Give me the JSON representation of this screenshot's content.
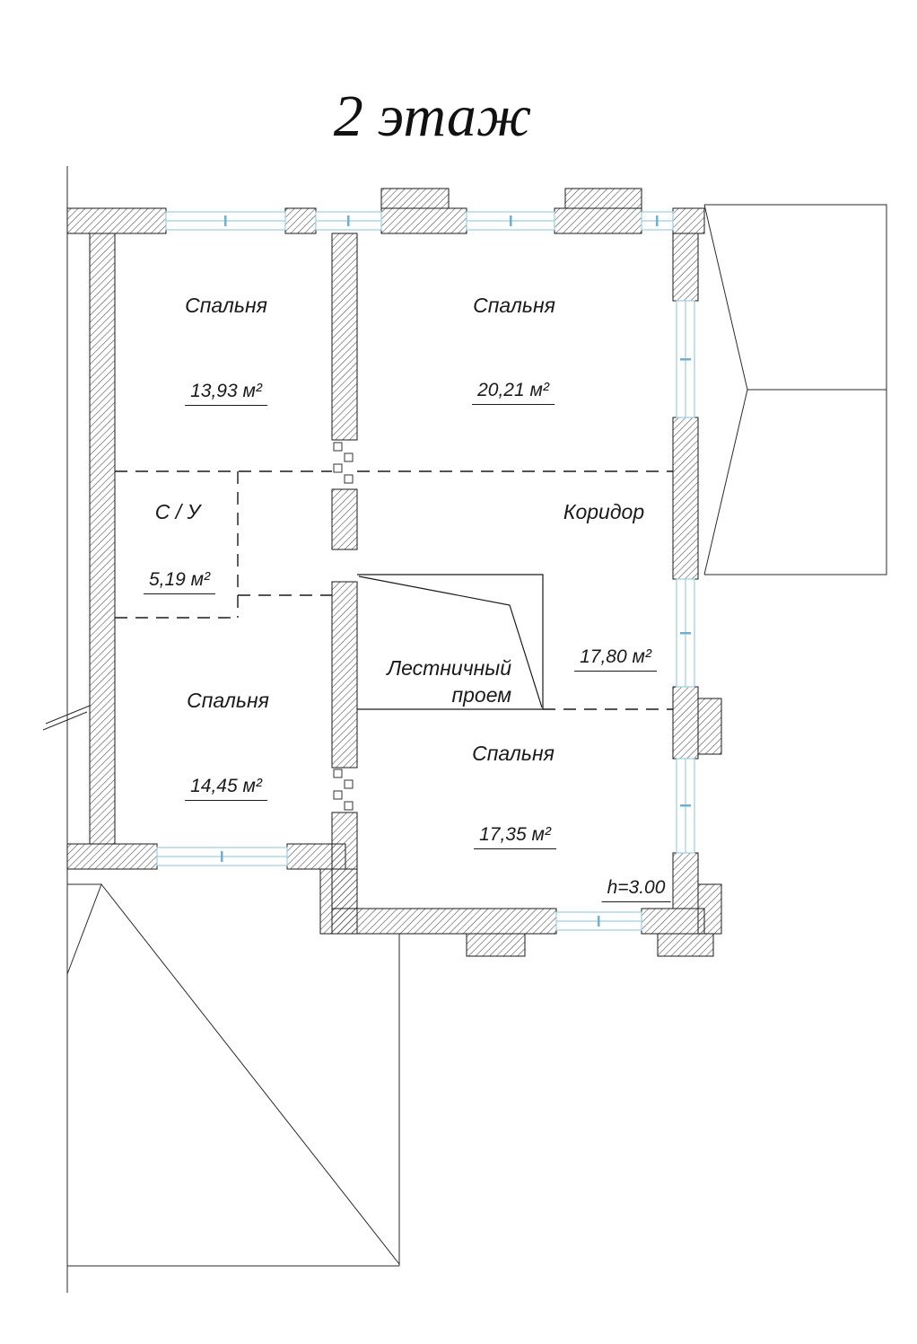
{
  "title": "2 этаж",
  "height_note": "h=3.00",
  "rooms": [
    {
      "name": "Спальня",
      "area": "13,93 м²"
    },
    {
      "name": "Спальня",
      "area": "20,21 м²"
    },
    {
      "name": "С / У",
      "area": "5,19 м²"
    },
    {
      "name": "Коридор",
      "area": "17,80 м²"
    },
    {
      "name": "Спальня",
      "area": "14,45 м²"
    },
    {
      "name_line1": "Лестничный",
      "name_line2": "проем"
    },
    {
      "name": "Спальня",
      "area": "17,35 м²"
    }
  ],
  "colors": {
    "line": "#1a1a1a",
    "window_blue": "#9ccfe2",
    "window_tick": "#6fb0cc",
    "hatch": "#474747"
  }
}
